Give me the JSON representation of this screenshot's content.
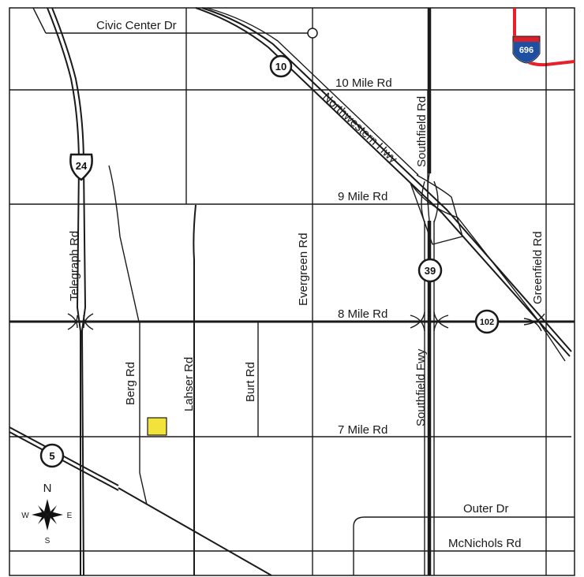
{
  "map": {
    "streets": {
      "civic_center": "Civic Center Dr",
      "ten_mile": "10 Mile Rd",
      "nine_mile": "9 Mile Rd",
      "eight_mile": "8 Mile Rd",
      "seven_mile": "7 Mile Rd",
      "outer_dr": "Outer Dr",
      "mcnichols": "McNichols Rd",
      "northwestern": "Northwestern Hwy",
      "southfield_rd": "Southfield Rd",
      "telegraph": "Telegraph Rd",
      "evergreen": "Evergreen Rd",
      "greenfield": "Greenfield Rd",
      "berg": "Berg Rd",
      "lahser": "Lahser Rd",
      "burt": "Burt Rd",
      "southfield_fwy": "Southfield Fwy"
    },
    "shields": {
      "m10": "10",
      "us24": "24",
      "m39": "39",
      "m102": "102",
      "m5": "5",
      "i696": "696"
    },
    "compass": {
      "n": "N",
      "s": "S",
      "e": "E",
      "w": "W"
    },
    "colors": {
      "road": "#1a1a1a",
      "highlight": "#f2e33a",
      "interstate_line": "#e8202a",
      "interstate_blue": "#1e4fa3",
      "interstate_red": "#d7202a"
    }
  }
}
